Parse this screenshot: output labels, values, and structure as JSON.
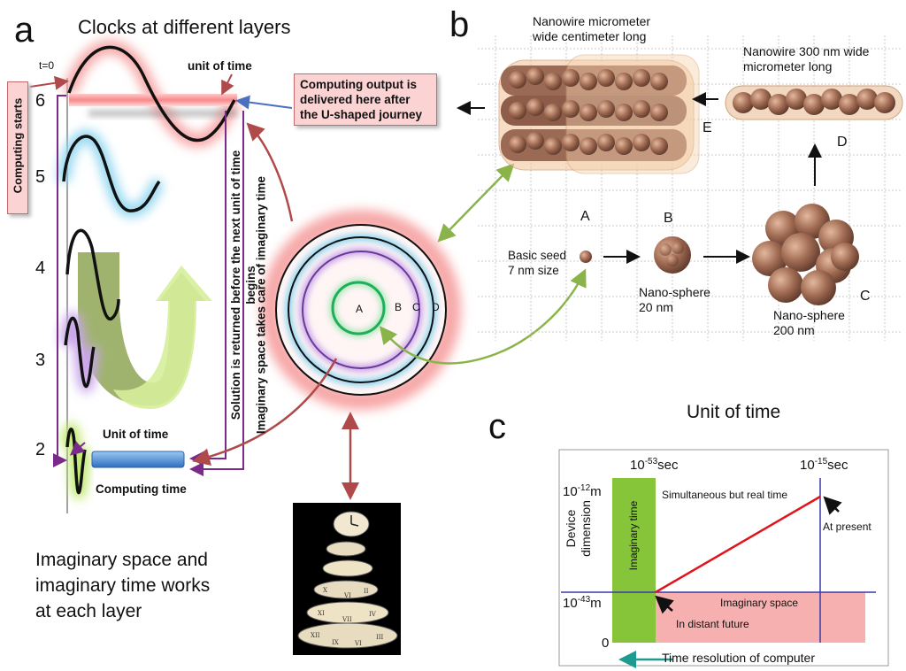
{
  "panel_a": {
    "letter": "a",
    "title": "Clocks at different layers",
    "t0": "t=0",
    "layer_numbers": [
      "6",
      "5",
      "4",
      "3",
      "2"
    ],
    "computing_starts": "Computing starts",
    "unit_of_time_top": "unit of time",
    "output_box": "Computing output is delivered here after the U-shaped journey",
    "solution_text": "Solution is returned before the next unit of time begins",
    "imaginary_text": "Imaginary space takes care of imaginary time",
    "unit_of_time_bottom": "Unit of time",
    "computing_time": "Computing time",
    "circle_labels": [
      "A",
      "B",
      "C",
      "D"
    ],
    "caption_lines": [
      "Imaginary space and",
      "imaginary time works",
      "at each layer"
    ]
  },
  "panel_b": {
    "letter": "b",
    "nanowire_large_lines": [
      "Nanowire micrometer",
      "wide centimeter long"
    ],
    "nanowire_small_lines": [
      "Nanowire 300 nm wide",
      "micrometer long"
    ],
    "label_A": "A",
    "label_B": "B",
    "label_C": "C",
    "label_D": "D",
    "label_E": "E",
    "seed_lines": [
      "Basic seed",
      "7 nm size"
    ],
    "sphere20_lines": [
      "Nano-sphere",
      "20 nm"
    ],
    "sphere200_lines": [
      "Nano-sphere",
      "200 nm"
    ]
  },
  "panel_c": {
    "letter": "c",
    "title": "Unit of time",
    "top_left_base": "10",
    "top_left_exp": "-53",
    "top_left_unit": "sec",
    "top_right_base": "10",
    "top_right_exp": "-15",
    "top_right_unit": "sec",
    "y_top_base": "10",
    "y_top_exp": "-12",
    "y_top_unit": "m",
    "y_mid_base": "10",
    "y_mid_exp": "-43",
    "y_mid_unit": "m",
    "y_zero": "0",
    "y_axis_label_lines": [
      "Device",
      "dimension"
    ],
    "imaginary_time": "Imaginary time",
    "simultaneous": "Simultaneous but real time",
    "at_present": "At present",
    "imaginary_space": "Imaginary space",
    "distant_future": "In distant future",
    "x_axis_label": "Time resolution of computer"
  },
  "colors": {
    "pink_glow": "#f7a7a7",
    "blue_glow": "#8fd6f0",
    "purple_glow": "#c9a6e8",
    "green_glow": "#bfe86a",
    "imaginary_time_fill": "#86c43a",
    "imaginary_space_fill": "#f7b0b0",
    "real_time_line": "#e0141a",
    "axis_blue": "#3a3aa8",
    "arrow_red": "#b04a4a",
    "arrow_green": "#8ab44a",
    "nano_brown": "#9b6a55"
  }
}
